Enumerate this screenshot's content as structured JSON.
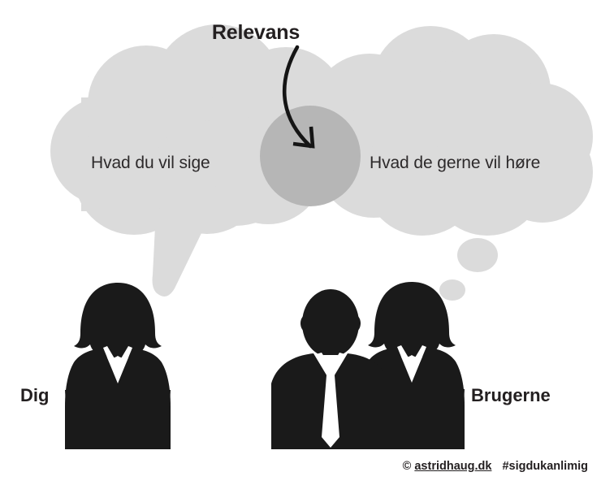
{
  "page": {
    "background_color": "#ffffff",
    "title": "Relevans"
  },
  "annotation": {
    "title": "Relevans",
    "arrow": "curved-arrow-down-right"
  },
  "bubbles": {
    "left": {
      "text": "Hvad du vil sige",
      "type": "speech-bubble",
      "fill": "#dbdbdb"
    },
    "right": {
      "text": "Hvad de gerne vil høre",
      "type": "thought-bubble",
      "fill": "#dbdbdb"
    },
    "overlap": {
      "label": "Relevans",
      "fill": "#b6b6b6"
    }
  },
  "figures": {
    "left": {
      "label": "Dig",
      "kind": "woman-silhouette",
      "fill": "#1a1a1a"
    },
    "right": {
      "label": "Brugerne",
      "kind": "man-and-woman-silhouettes",
      "fill": "#1a1a1a"
    }
  },
  "footer": {
    "symbol": "©",
    "site": "astridhaug.dk",
    "hashtag": "#sigdukanlimig"
  }
}
